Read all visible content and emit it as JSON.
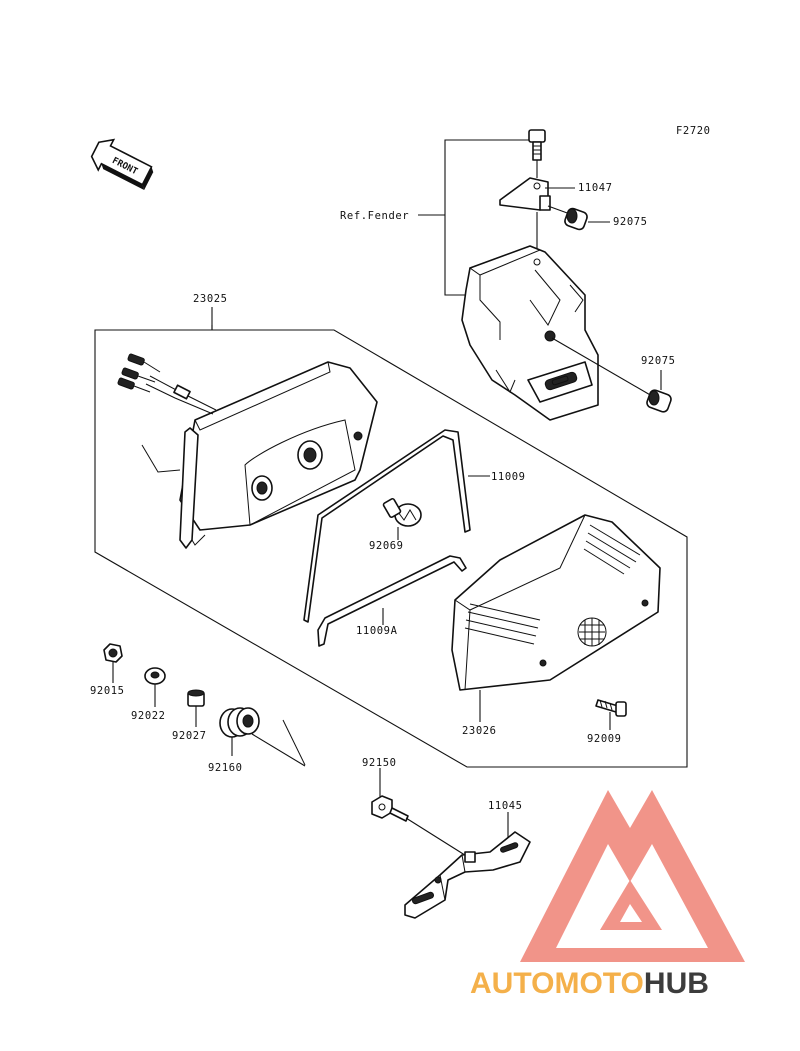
{
  "diagram": {
    "figure_code": "F2720",
    "front_arrow_label": "FRONT",
    "ref_label": "Ref.Fender",
    "part_labels": {
      "p23025": "23025",
      "p11047": "11047",
      "p92075a": "92075",
      "p92075b": "92075",
      "p11009": "11009",
      "p92069": "92069",
      "p11009A": "11009A",
      "p92015": "92015",
      "p92022": "92022",
      "p92027": "92027",
      "p92160": "92160",
      "p23026": "23026",
      "p92009": "92009",
      "p92150": "92150",
      "p11045": "11045"
    }
  },
  "watermark": {
    "word_light": "AUTOMOTO",
    "word_dark": "HUB",
    "colors": {
      "logo": "#f08b80",
      "text_orange": "#f4b04a",
      "text_dark": "#3c3c3c"
    }
  }
}
